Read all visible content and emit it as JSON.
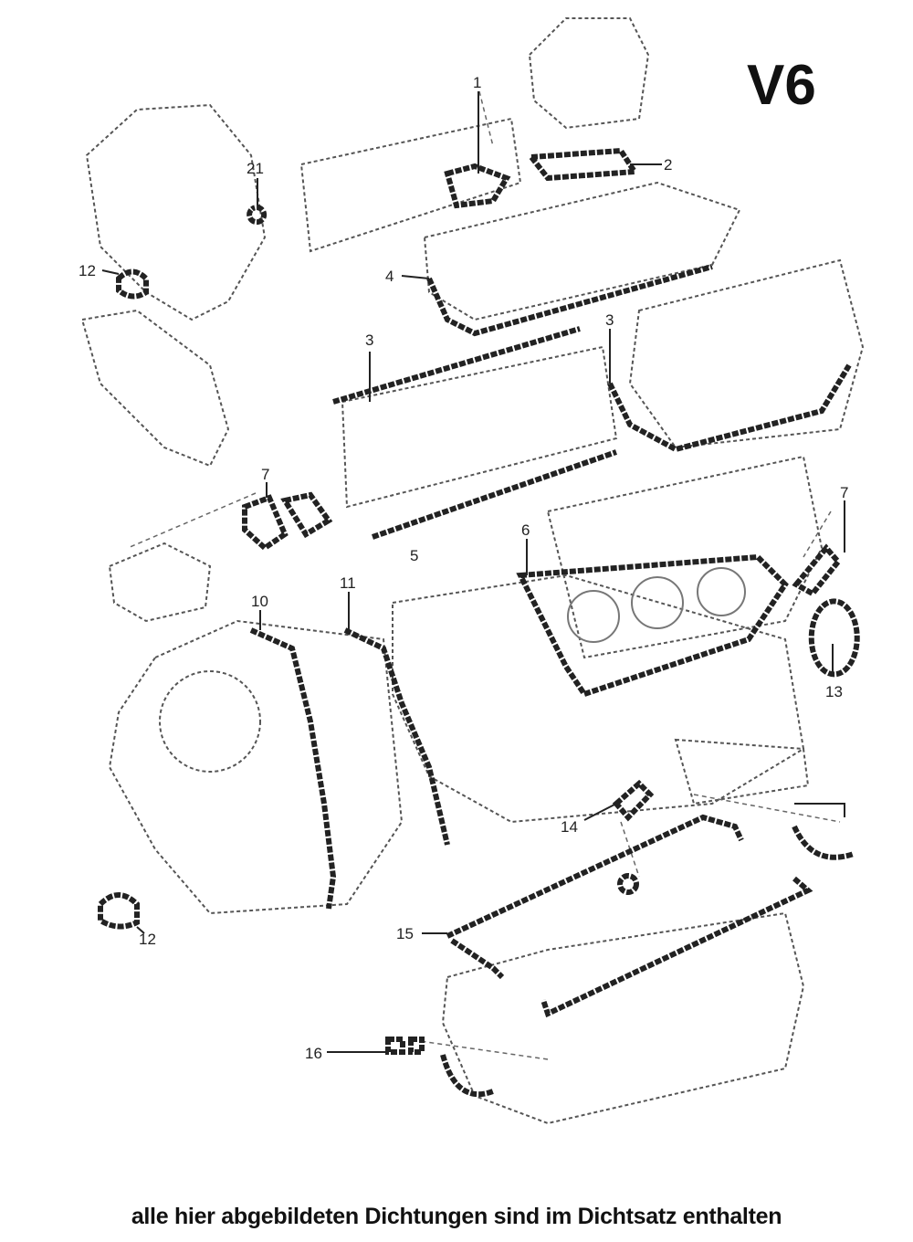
{
  "title": "V6",
  "caption": "alle hier abgebildeten Dichtungen sind im Dichtsatz enthalten",
  "callouts": [
    "1",
    "2",
    "21",
    "12",
    "4",
    "3",
    "3",
    "7",
    "7",
    "5",
    "6",
    "10",
    "11",
    "13",
    "14",
    "15",
    "16",
    "12"
  ]
}
